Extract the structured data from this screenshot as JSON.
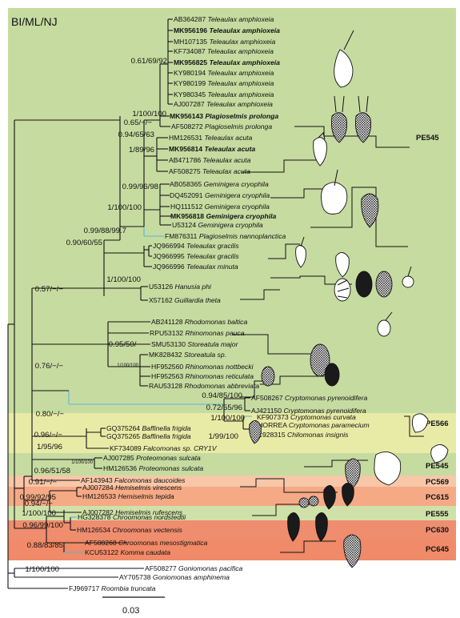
{
  "title": "BI/ML/NJ",
  "scale_label": "0.03",
  "colors": {
    "pe545": "#c6dba0",
    "pe566": "#e8eba6",
    "pc569": "#f7c7a8",
    "pc615": "#f5aa85",
    "pe555": "#cfe1a8",
    "pc630": "#ef8d6f",
    "pc645": "#f08a68",
    "branch": "#111111",
    "highlight_branch": "#5ab4dc"
  },
  "bands": {
    "pe545_top": "PE545",
    "pe566": "PE566",
    "pe545_bottom": "PE545",
    "pc569": "PC569",
    "pc615": "PC615",
    "pe555": "PE555",
    "pc630": "PC630",
    "pc645": "PC645"
  },
  "taxa": [
    {
      "acc": "AB364287",
      "sp": "Teleaulax amphioxeia",
      "bold": false
    },
    {
      "acc": "MK956196",
      "sp": "Teleaulax amphioxeia",
      "bold": true
    },
    {
      "acc": "MH107135",
      "sp": "Teleaulax amphioxeia",
      "bold": false
    },
    {
      "acc": "KF734087",
      "sp": "Teleaulax amphioxeia",
      "bold": false
    },
    {
      "acc": "MK956825",
      "sp": "Teleaulax amphioxeia",
      "bold": true
    },
    {
      "acc": "KY980194",
      "sp": "Teleaulax amphioxeia",
      "bold": false
    },
    {
      "acc": "KY980199",
      "sp": "Teleaulax amphioxeia",
      "bold": false
    },
    {
      "acc": "KY980345",
      "sp": "Teleaulax amphioxeia",
      "bold": false
    },
    {
      "acc": "AJ007287",
      "sp": "Teleaulax amphioxeia",
      "bold": false
    },
    {
      "acc": "MK956143",
      "sp": "Plagioselmis prolonga",
      "bold": true
    },
    {
      "acc": "AF508272",
      "sp": "Plagioselmis prolonga",
      "bold": false
    },
    {
      "acc": "HM126531",
      "sp": "Teleaulax acuta",
      "bold": false
    },
    {
      "acc": "MK956814",
      "sp": "Teleaulax acuta",
      "bold": true
    },
    {
      "acc": "AB471786",
      "sp": "Teleaulax acuta",
      "bold": false
    },
    {
      "acc": "AF508275",
      "sp": "Teleaulax acuta",
      "bold": false
    },
    {
      "acc": "AB058365",
      "sp": "Geminigera cryophila",
      "bold": false
    },
    {
      "acc": "DQ452091",
      "sp": "Geminigera cryophila",
      "bold": false
    },
    {
      "acc": "HQ111512",
      "sp": "Geminigera cryophila",
      "bold": false
    },
    {
      "acc": "MK956818",
      "sp": "Geminigera cryophila",
      "bold": true
    },
    {
      "acc": "U53124",
      "sp": "Geminigera cryophila",
      "bold": false
    },
    {
      "acc": "FM876311",
      "sp": "Plagioselmis nannoplanctica",
      "bold": false
    },
    {
      "acc": "JQ966994",
      "sp": "Teleaulax gracilis",
      "bold": false
    },
    {
      "acc": "JQ966995",
      "sp": "Teleaulax gracilis",
      "bold": false
    },
    {
      "acc": "JQ966996",
      "sp": "Teleaulax minuta",
      "bold": false
    },
    {
      "acc": "U53126",
      "sp": "Hanusia phi",
      "bold": false
    },
    {
      "acc": "X57162",
      "sp": "Guillardia theta",
      "bold": false
    },
    {
      "acc": "AB241128",
      "sp": "Rhodomonas baltica",
      "bold": false
    },
    {
      "acc": "RPU53132",
      "sp": "Rhinomonas pauca",
      "bold": false
    },
    {
      "acc": "SMU53130",
      "sp": "Storeatula major",
      "bold": false
    },
    {
      "acc": "MK828432",
      "sp": "Storeatula sp.",
      "bold": false
    },
    {
      "acc": "HF952560",
      "sp": "Rhinomonas nottbecki",
      "bold": false
    },
    {
      "acc": "HF952563",
      "sp": "Rhinomonas reticulata",
      "bold": false
    },
    {
      "acc": "RAU53128",
      "sp": "Rhodomonas abbreviata",
      "bold": false
    },
    {
      "acc": "AF508267",
      "sp": "Cryptomonas pyrenoidifera",
      "bold": false
    },
    {
      "acc": "AJ421150",
      "sp": "Cryptomonas pyrenoidifera",
      "bold": false
    },
    {
      "acc": "KF907373",
      "sp": "Cryptomonas curvata",
      "bold": false
    },
    {
      "acc": "CHORREA",
      "sp": "Cryptomonas paramecium",
      "bold": false
    },
    {
      "acc": "KC928315",
      "sp": "Chilomonas insignis",
      "bold": false
    },
    {
      "acc": "GQ375264",
      "sp": "Baffinella frigida",
      "bold": false
    },
    {
      "acc": "GQ375265",
      "sp": "Baffinella frigida",
      "bold": false
    },
    {
      "acc": "KF734089",
      "sp": "Falcomonas sp. CRY1V",
      "bold": false
    },
    {
      "acc": "AJ007285",
      "sp": "Proteomonas sulcata",
      "bold": false
    },
    {
      "acc": "HM126536",
      "sp": "Proteomonas sulcata",
      "bold": false
    },
    {
      "acc": "AF143943",
      "sp": "Falcomonas daucoides",
      "bold": false
    },
    {
      "acc": "AJ007284",
      "sp": "Hemiselmis virescens",
      "bold": false
    },
    {
      "acc": "HM126533",
      "sp": "Hemiselmis tepida",
      "bold": false
    },
    {
      "acc": "AJ007282",
      "sp": "Hemiselmis rufescens",
      "bold": false
    },
    {
      "acc": "HG328378",
      "sp": "Chroomonas nordstedtii",
      "bold": false
    },
    {
      "acc": "HM126534",
      "sp": "Chroomonas vectensis",
      "bold": false
    },
    {
      "acc": "AF508268",
      "sp": "Chroomonas mesostigmatica",
      "bold": false
    },
    {
      "acc": "KCU53122",
      "sp": "Komma caudata",
      "bold": false
    },
    {
      "acc": "AF508277",
      "sp": "Goniomonas pacifica",
      "bold": false
    },
    {
      "acc": "AY705738",
      "sp": "Goniomonas amphinema",
      "bold": false
    },
    {
      "acc": "FJ969717",
      "sp": "Roombia truncata",
      "bold": false
    }
  ],
  "supports": [
    "0.61/69/92",
    "1/100/100",
    "0.65/−/−",
    "0.94/65/63",
    "1/89/96",
    "0.99/96/98",
    "1/100/100",
    "0.99/88/99.7",
    "0.90/60/55",
    "1/100/100",
    "0.57/−/−",
    "0.95/50/−",
    "1/100/100",
    "0.76/−/−",
    "0.94/85/100",
    "0.72/55/96",
    "1/100/100",
    "1/99/100",
    "0.80/−/−",
    "0.96/−/−",
    "1/95/96",
    "0.96/51/58",
    "1/100/100",
    "0.91/−/−",
    "0.99/92/95",
    "0.94/−/−",
    "1/100/100",
    "0.96/99/100",
    "0.88/83/85",
    "1/100/100"
  ]
}
